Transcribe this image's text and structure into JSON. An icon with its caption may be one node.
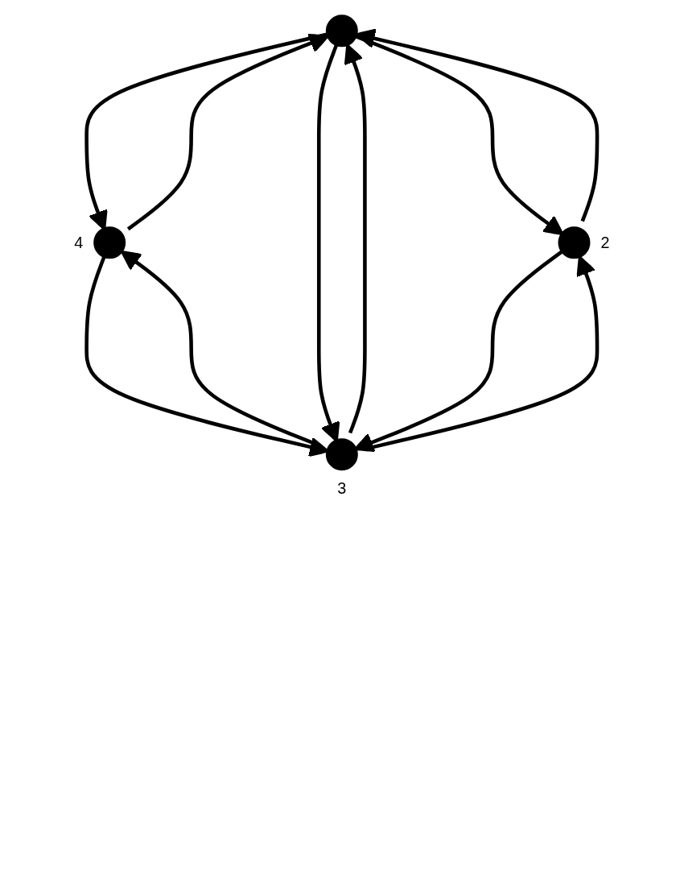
{
  "diagram": {
    "nodes": [
      {
        "text": [],
        "shape": "circle"
      },
      {
        "text": [],
        "shape": "circle",
        "beside": [
          "4"
        ]
      },
      {
        "text": [],
        "shape": "circle",
        "beside": [
          "2"
        ]
      },
      {
        "text": [],
        "shape": "circle",
        "beside": [
          "3"
        ]
      }
    ],
    "edges": [
      {
        "from": 0,
        "to": 1,
        "arrow": "to"
      },
      {
        "from": 1,
        "to": 0,
        "arrow": "to"
      },
      {
        "from": 1,
        "to": 3,
        "arrow": "to"
      },
      {
        "from": 3,
        "to": 1,
        "arrow": "to"
      },
      {
        "from": 0,
        "to": 3,
        "arrow": "to"
      },
      {
        "from": 3,
        "to": 0,
        "arrow": "to"
      },
      {
        "from": 0,
        "to": 2,
        "arrow": "to"
      },
      {
        "from": 2,
        "to": 0,
        "arrow": "to"
      },
      {
        "from": 2,
        "to": 3,
        "arrow": "to"
      },
      {
        "from": 3,
        "to": 2,
        "arrow": "to"
      }
    ]
  }
}
